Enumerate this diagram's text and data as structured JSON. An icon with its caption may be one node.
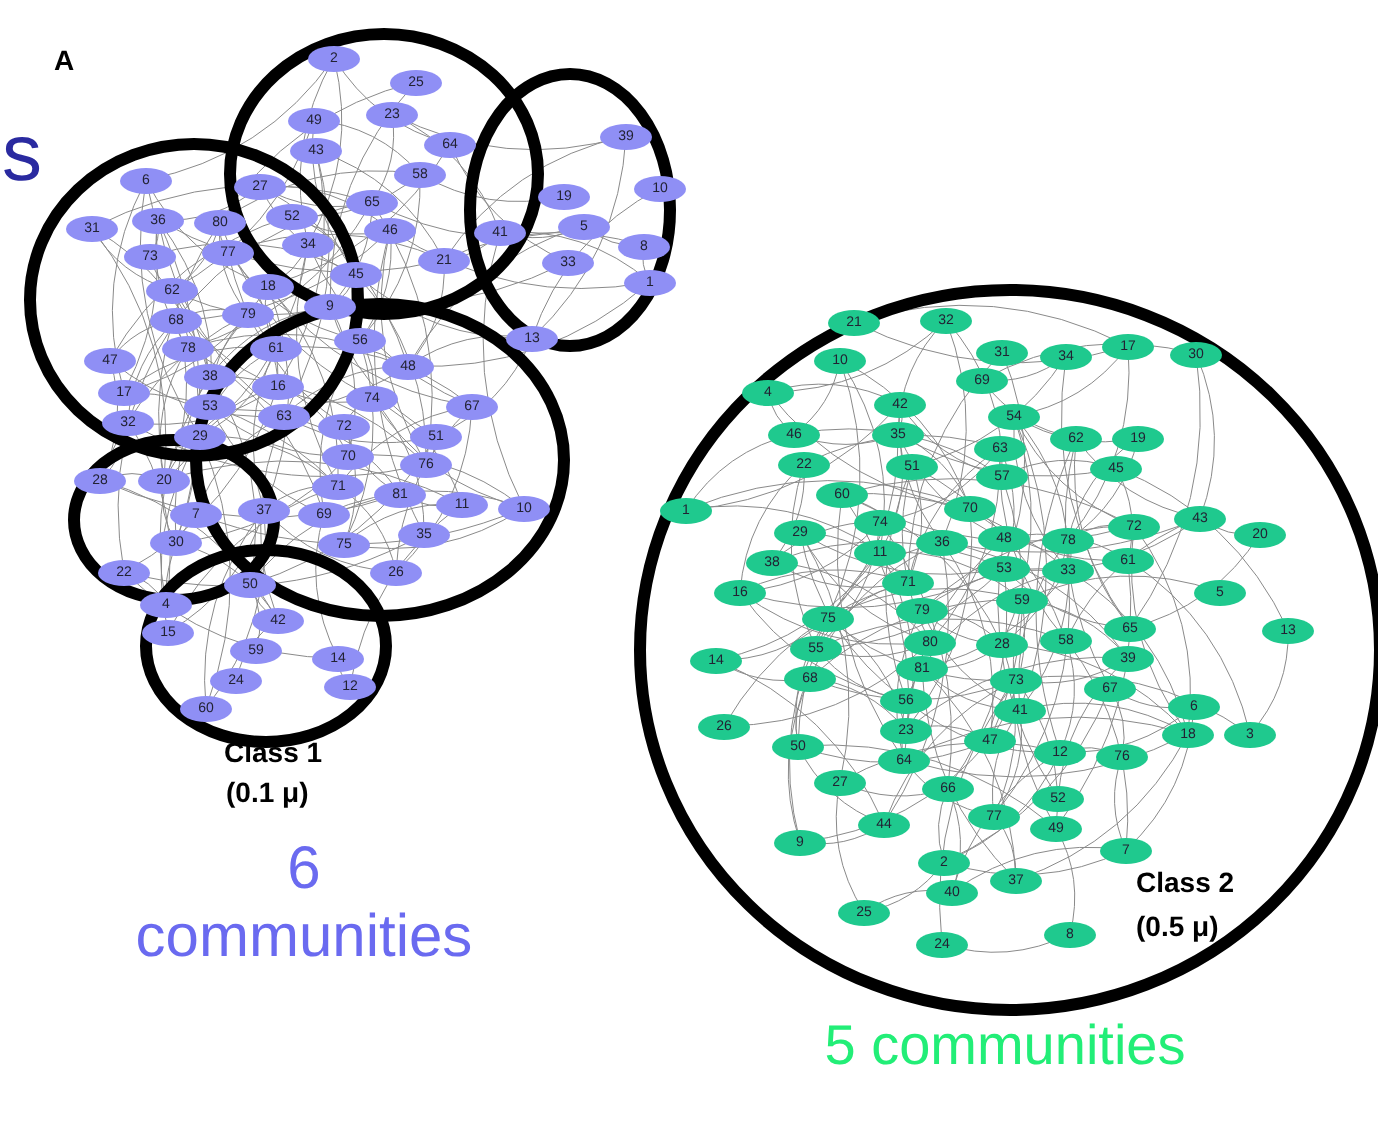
{
  "diagram": {
    "labels": [
      "A",
      "s",
      "2",
      "25",
      "49",
      "23",
      "43",
      "64",
      "58",
      "27",
      "52",
      "65",
      "6",
      "36",
      "80",
      "31",
      "77",
      "34",
      "46",
      "21",
      "73",
      "45",
      "18",
      "62",
      "9",
      "68",
      "79",
      "61",
      "47",
      "78",
      "56",
      "38",
      "17",
      "48",
      "16",
      "53",
      "74",
      "67",
      "32",
      "63",
      "72",
      "51",
      "29",
      "70",
      "76",
      "28",
      "20",
      "71",
      "81",
      "11",
      "10",
      "7",
      "37",
      "69",
      "35",
      "30",
      "75",
      "26",
      "22",
      "50",
      "4",
      "42",
      "15",
      "59",
      "14",
      "24",
      "12",
      "60",
      "39",
      "19",
      "5",
      "41",
      "33",
      "8",
      "1",
      "13",
      "10",
      "Class 1",
      "(0.1 μ)",
      "6 communities",
      "21",
      "32",
      "10",
      "31",
      "34",
      "17",
      "30",
      "69",
      "4",
      "42",
      "54",
      "46",
      "35",
      "63",
      "62",
      "19",
      "22",
      "51",
      "57",
      "45",
      "60",
      "70",
      "1",
      "43",
      "74",
      "72",
      "20",
      "29",
      "36",
      "48",
      "78",
      "11",
      "61",
      "38",
      "53",
      "33",
      "71",
      "16",
      "59",
      "5",
      "79",
      "75",
      "13",
      "65",
      "80",
      "28",
      "58",
      "55",
      "14",
      "39",
      "81",
      "68",
      "73",
      "67",
      "56",
      "41",
      "6",
      "26",
      "23",
      "47",
      "18",
      "3",
      "50",
      "12",
      "76",
      "64",
      "27",
      "66",
      "52",
      "44",
      "77",
      "49",
      "9",
      "7",
      "2",
      "37",
      "40",
      "25",
      "8",
      "24",
      "Class 2",
      "(0.5 μ)",
      "5 communities"
    ]
  }
}
